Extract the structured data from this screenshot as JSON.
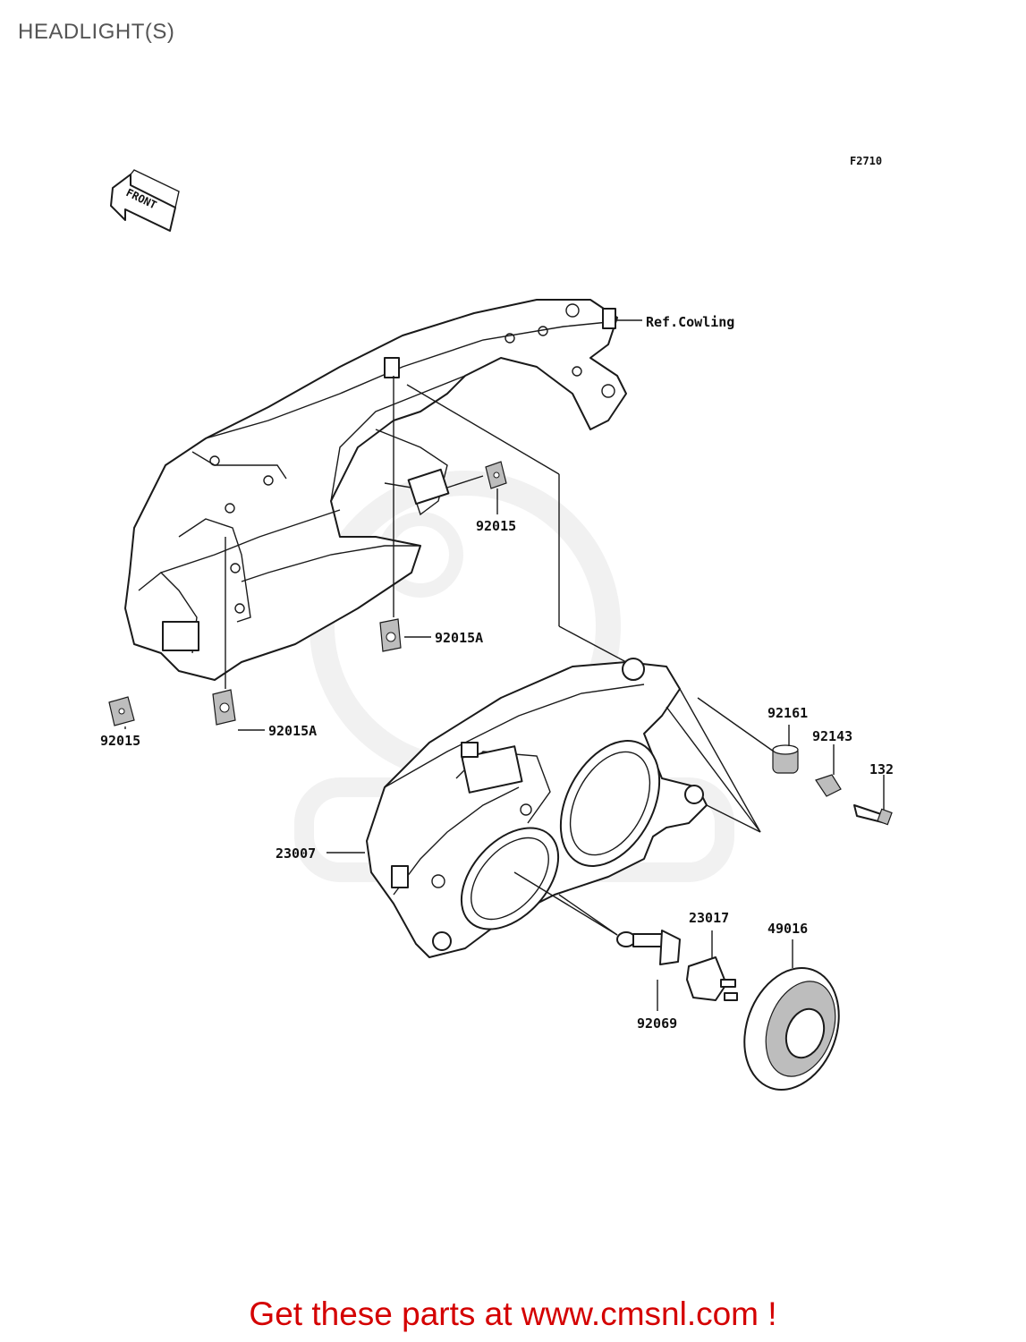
{
  "header": {
    "title": "HEADLIGHT(S)"
  },
  "diagram": {
    "figure_code": "F2710",
    "front_arrow_text": "FRONT",
    "reference_label": "Ref.Cowling",
    "callouts": {
      "clip_upper_right": "92015",
      "clip_left": "92015",
      "nut_center": "92015A",
      "nut_left": "92015A",
      "grommet": "92161",
      "collar": "92143",
      "screw": "132",
      "headlight_assembly": "23007",
      "socket": "23017",
      "bulb": "92069",
      "cover": "49016"
    },
    "colors": {
      "line": "#1a1a1a",
      "shade": "#bdbdbd",
      "watermark": "#e6e6e6"
    }
  },
  "footer": {
    "link_text": "Get these parts at www.cmsnl.com !",
    "link_color": "#d40000"
  }
}
